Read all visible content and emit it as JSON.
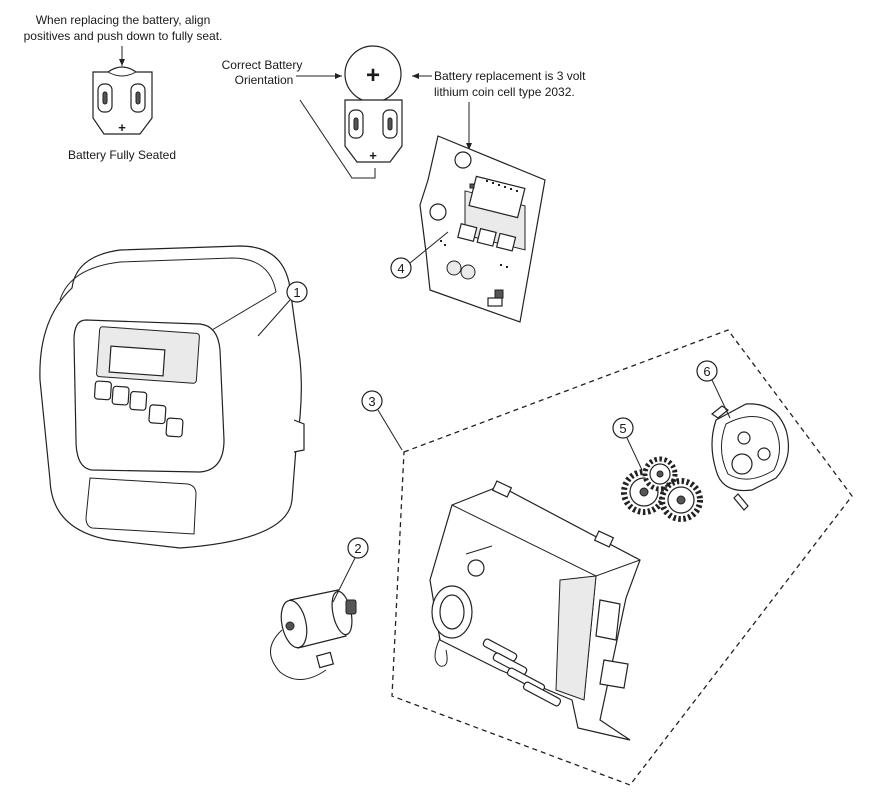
{
  "notes": {
    "seat_line1": "When replacing the battery, align",
    "seat_line2": "positives and push down to fully seat.",
    "fully_seated": "Battery Fully Seated",
    "orientation_line1": "Correct Battery",
    "orientation_line2": "Orientation",
    "replacement_line1": "Battery replacement is 3 volt",
    "replacement_line2": "lithium coin cell type 2032.",
    "plus_sign": "+"
  },
  "callouts": {
    "front_cover": "1",
    "motor": "2",
    "drive_bracket": "3",
    "pc_board": "4",
    "reduction_gears": "5",
    "gear_cover": "6"
  }
}
